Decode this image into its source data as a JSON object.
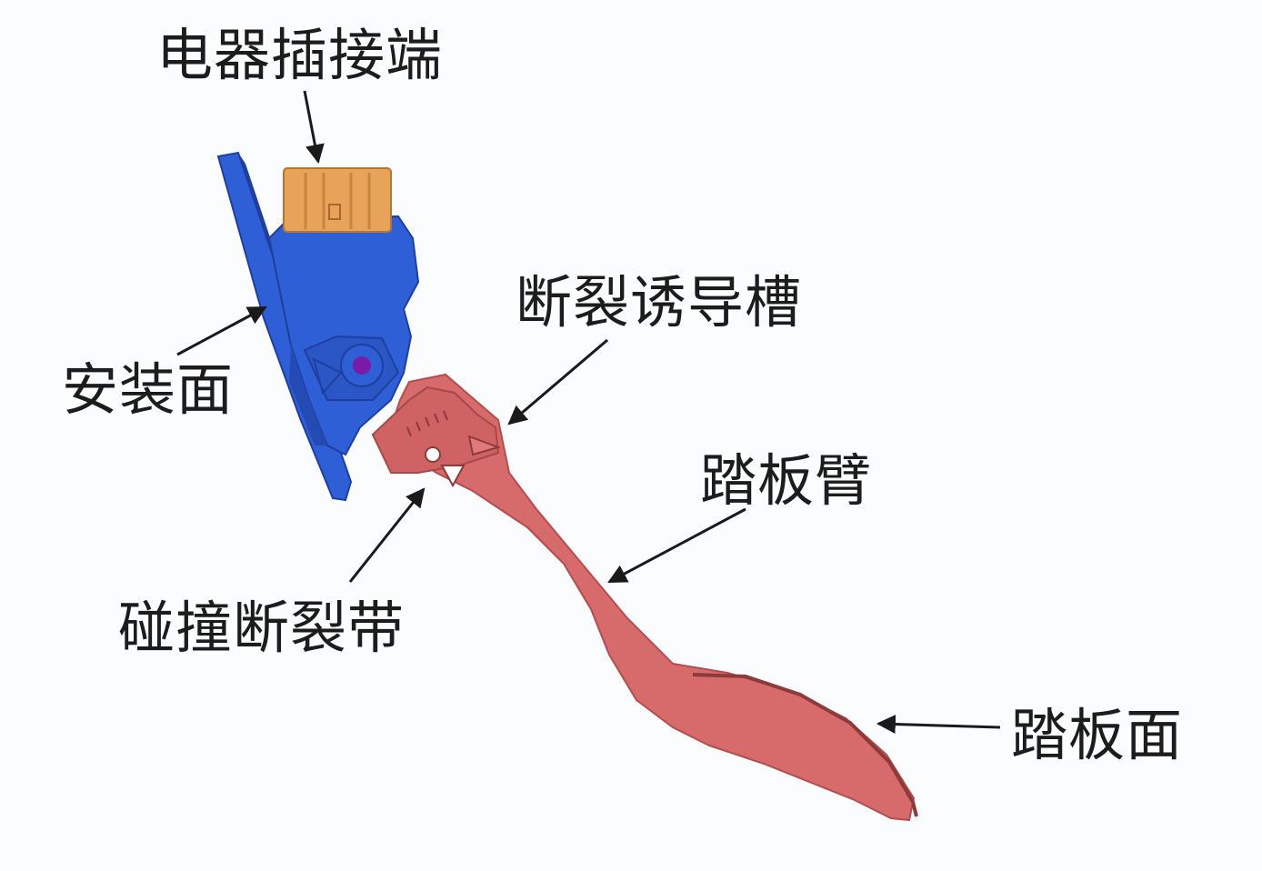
{
  "labels": {
    "connector": "电器插接端",
    "mounting_face": "安装面",
    "fracture_groove": "断裂诱导槽",
    "pedal_arm": "踏板臂",
    "crash_break_zone": "碰撞断裂带",
    "pedal_face": "踏板面"
  },
  "colors": {
    "background": "#fbfcfd",
    "bracket": "#2f5fd6",
    "bracket_dark": "#1f3f9e",
    "connector": "#e8a35a",
    "pivot": "#7a1aa8",
    "pedal": "#d76a6a",
    "pedal_dark": "#b24e4e",
    "arrow": "#1a1a1a",
    "text": "#1c1c1c"
  }
}
